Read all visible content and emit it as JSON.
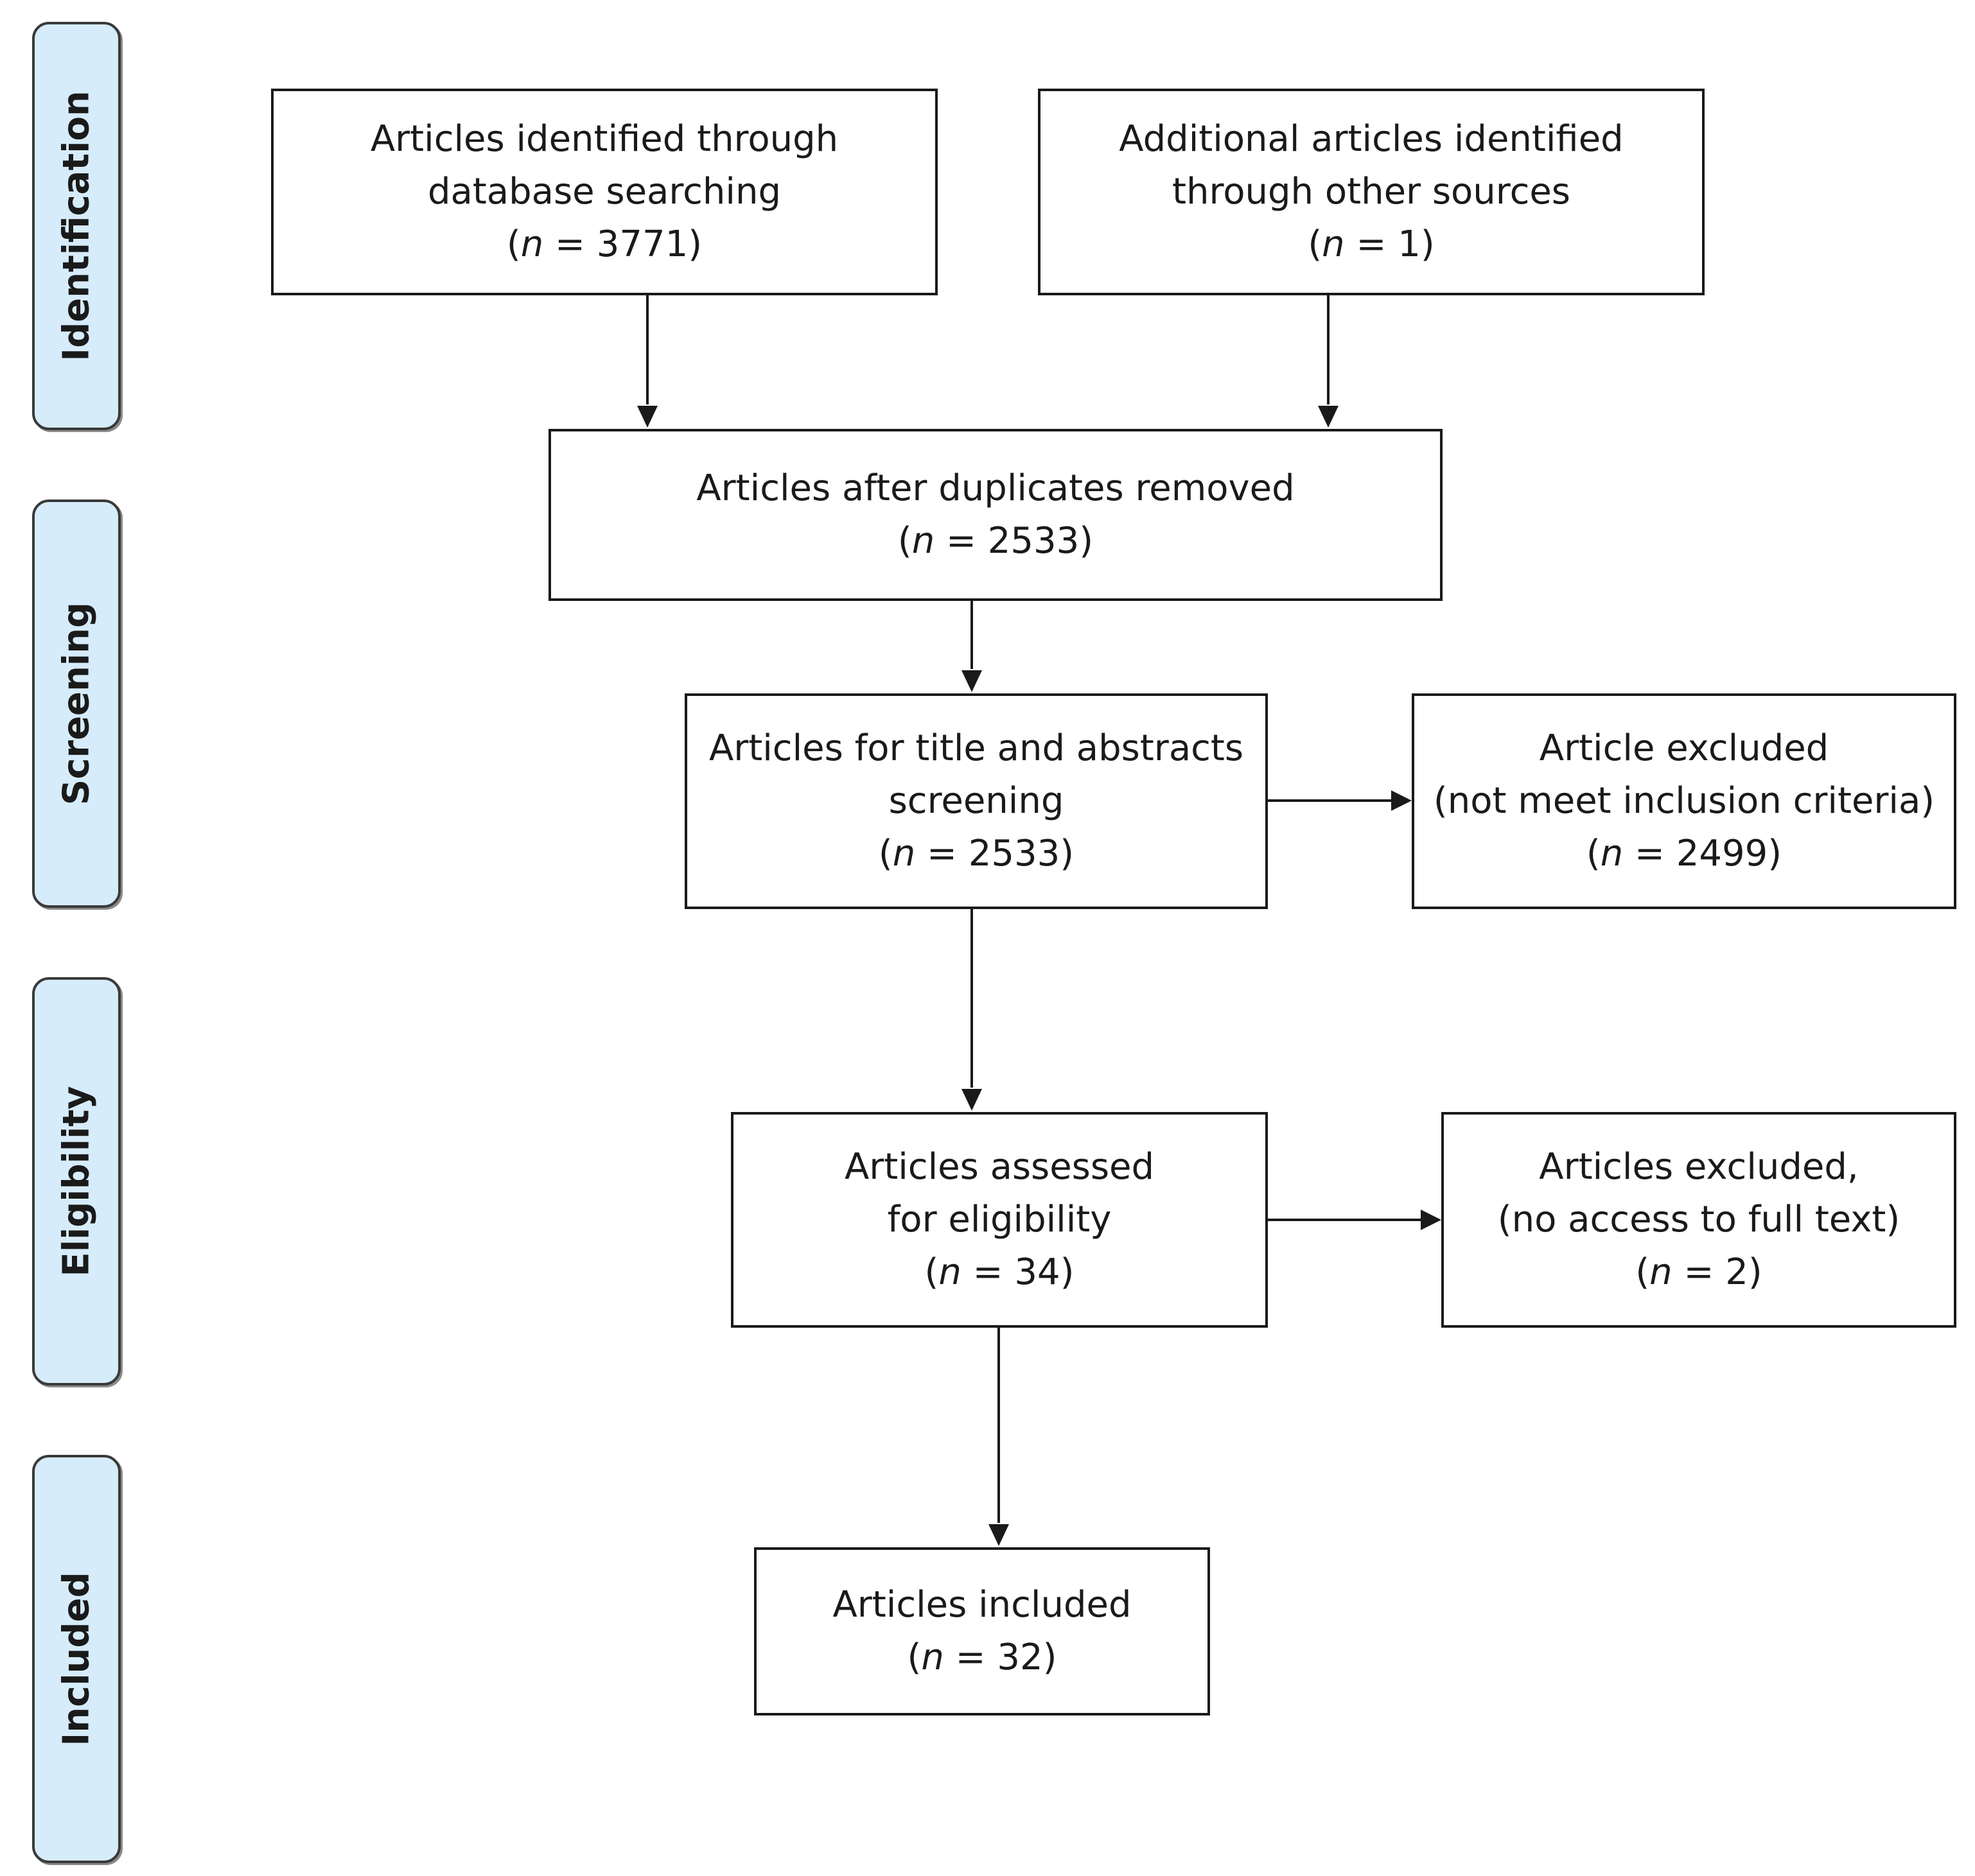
{
  "stages": {
    "identification": "Identification",
    "screening": "Screening",
    "eligibility": "Eligibility",
    "included": "Included"
  },
  "boxes": {
    "database": {
      "line1": "Articles identified through",
      "line2": "database searching",
      "count_open": "(",
      "count_n": "n",
      "count_rest": " = 3771)"
    },
    "other_sources": {
      "line1": "Additional articles identified",
      "line2": "through other sources",
      "count_open": "(",
      "count_n": "n",
      "count_rest": " = 1)"
    },
    "duplicates_removed": {
      "line1": "Articles after duplicates removed",
      "count_open": "(",
      "count_n": "n",
      "count_rest": " = 2533)"
    },
    "screening": {
      "line1": "Articles for title and abstracts",
      "line2": "screening",
      "count_open": "(",
      "count_n": "n",
      "count_rest": " = 2533)"
    },
    "excluded_criteria": {
      "line1": "Article excluded",
      "line2": "(not meet inclusion criteria)",
      "count_open": "(",
      "count_n": "n",
      "count_rest": " = 2499)"
    },
    "eligibility": {
      "line1": "Articles assessed",
      "line2": "for eligibility",
      "count_open": "(",
      "count_n": "n",
      "count_rest": " = 34)"
    },
    "excluded_access": {
      "line1": "Articles excluded,",
      "line2": "(no access to full text)",
      "count_open": "(",
      "count_n": "n",
      "count_rest": " = 2)"
    },
    "included": {
      "line1": "Articles included",
      "count_open": "(",
      "count_n": "n",
      "count_rest": " =  32)"
    }
  }
}
